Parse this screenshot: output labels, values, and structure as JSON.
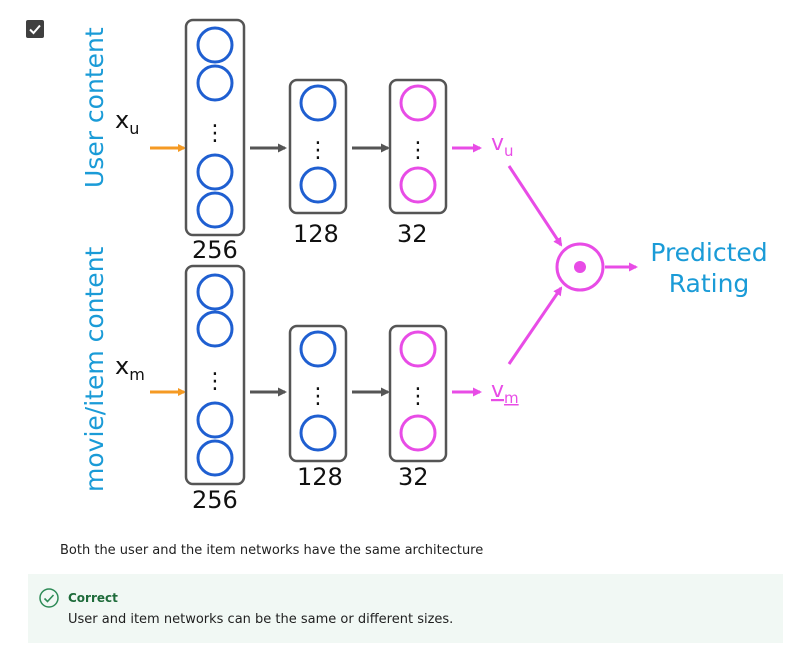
{
  "diagram": {
    "user_label": "User content",
    "item_label": "movie/item content",
    "x_user": "x",
    "x_user_sub": "u",
    "x_item": "x",
    "x_item_sub": "m",
    "v_user": "v",
    "v_user_sub": "u",
    "v_item": "v",
    "v_item_sub": "m",
    "dots": "⋮",
    "user_layer_sizes": [
      "256",
      "128",
      "32"
    ],
    "item_layer_sizes": [
      "256",
      "128",
      "32"
    ],
    "output_line1": "Predicted",
    "output_line2": "Rating",
    "colors": {
      "blue_neuron": "#1f5fd1",
      "pink_neuron": "#e84ce6",
      "input_arrow": "#f59a23",
      "layer_arrow": "#555555",
      "label_blue": "#1a9bd7"
    }
  },
  "question": {
    "text": "Both the user and the item networks have the same architecture",
    "checked": true
  },
  "feedback": {
    "status": "Correct",
    "message": "User and item networks can be the same or different sizes."
  }
}
